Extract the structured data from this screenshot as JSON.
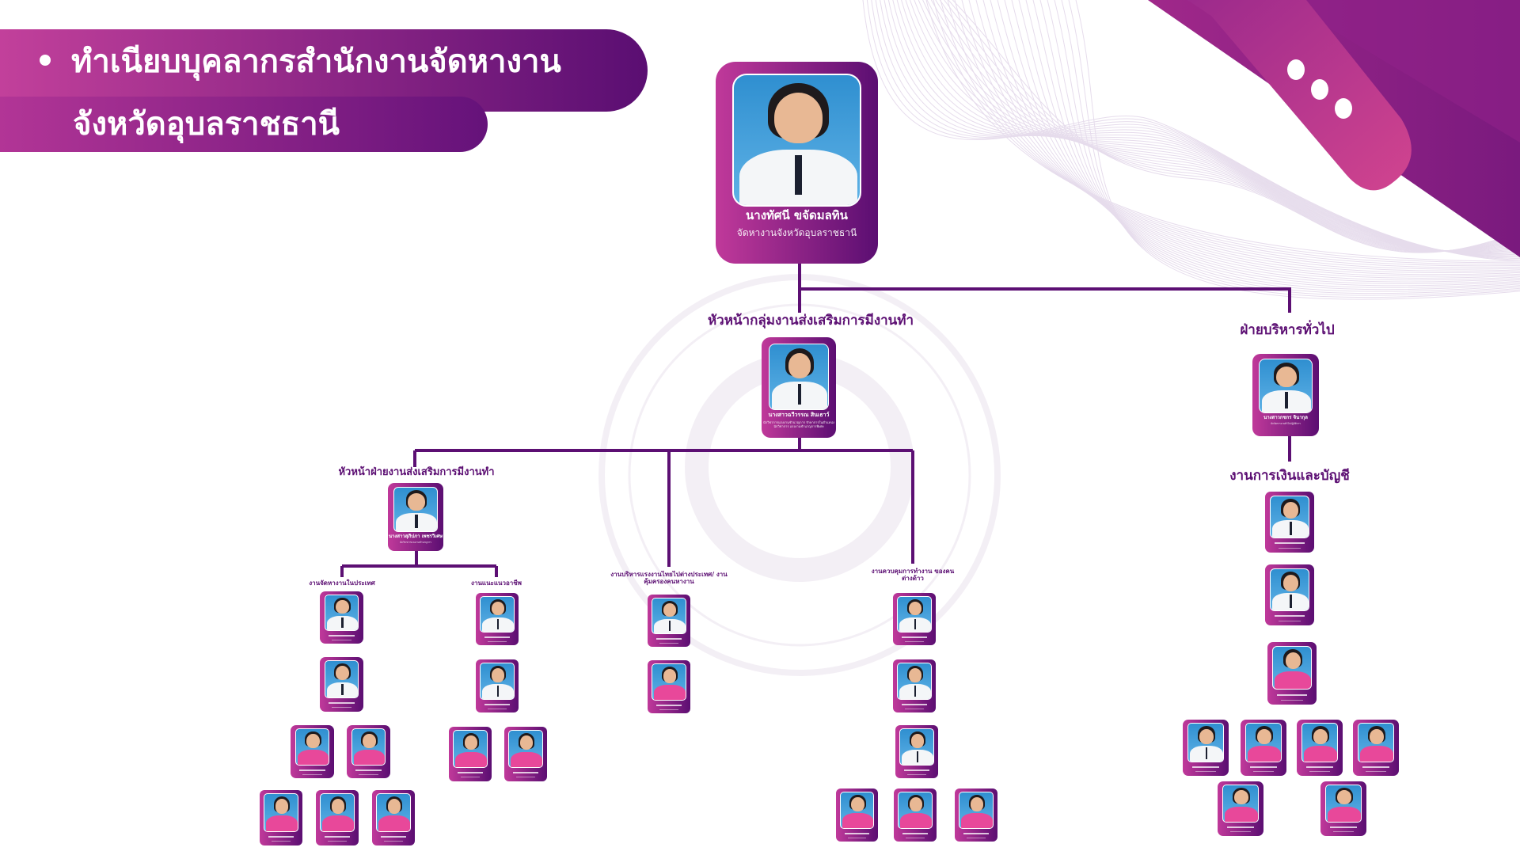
{
  "header": {
    "title_line1": "ทำเนียบบุคลากรสำนักงานจัดหางาน",
    "title_line2": "จังหวัดอุบลราชธานี"
  },
  "colors": {
    "primary": "#5c0f73",
    "accent": "#c0399a",
    "pill": "#c8408f"
  },
  "director": {
    "name": "นางทัศนี ขจัดมลทิน",
    "title": "จัดหางานจังหวัดอุบลราชธานี"
  },
  "sections": {
    "promotion_group_head": "หัวหน้ากลุ่มงานส่งเสริมการมีงานทำ",
    "general_admin": "ฝ่ายบริหารทั่วไป",
    "finance": "งานการเงินและบัญชี",
    "promotion_unit_head": "หัวหน้าฝ่ายงานส่งเสริมการมีงานทำ",
    "domestic_employment": "งานจัดหางานในประเทศ",
    "career_guidance": "งานแนะแนวอาชีพ",
    "overseas_labour": "งานบริหารแรงงานไทยไปต่างประเทศ/ งานคุ้มครองคนหางาน",
    "foreign_workers": "งานควบคุมการทำงาน ของคนต่างด้าว"
  },
  "people": {
    "group_head": {
      "name": "นางสาวฉวีวรรณ สินเธาว์",
      "title": "นักวิชาการแรงงานชำนาญการ รักษาการในตำแหน่งนักวิชาการ แรงงานชำนาญการพิเศษ"
    },
    "admin_head": {
      "name": "นางสาวกชกร จินากุล",
      "title": "นักจัดการงานทั่วไปปฏิบัติการ"
    },
    "unit_head": {
      "name": "นางสาวสุภิปภา เพชรวิเศษ",
      "title": "นักวิชาการแรงงานชำนาญการ"
    }
  }
}
